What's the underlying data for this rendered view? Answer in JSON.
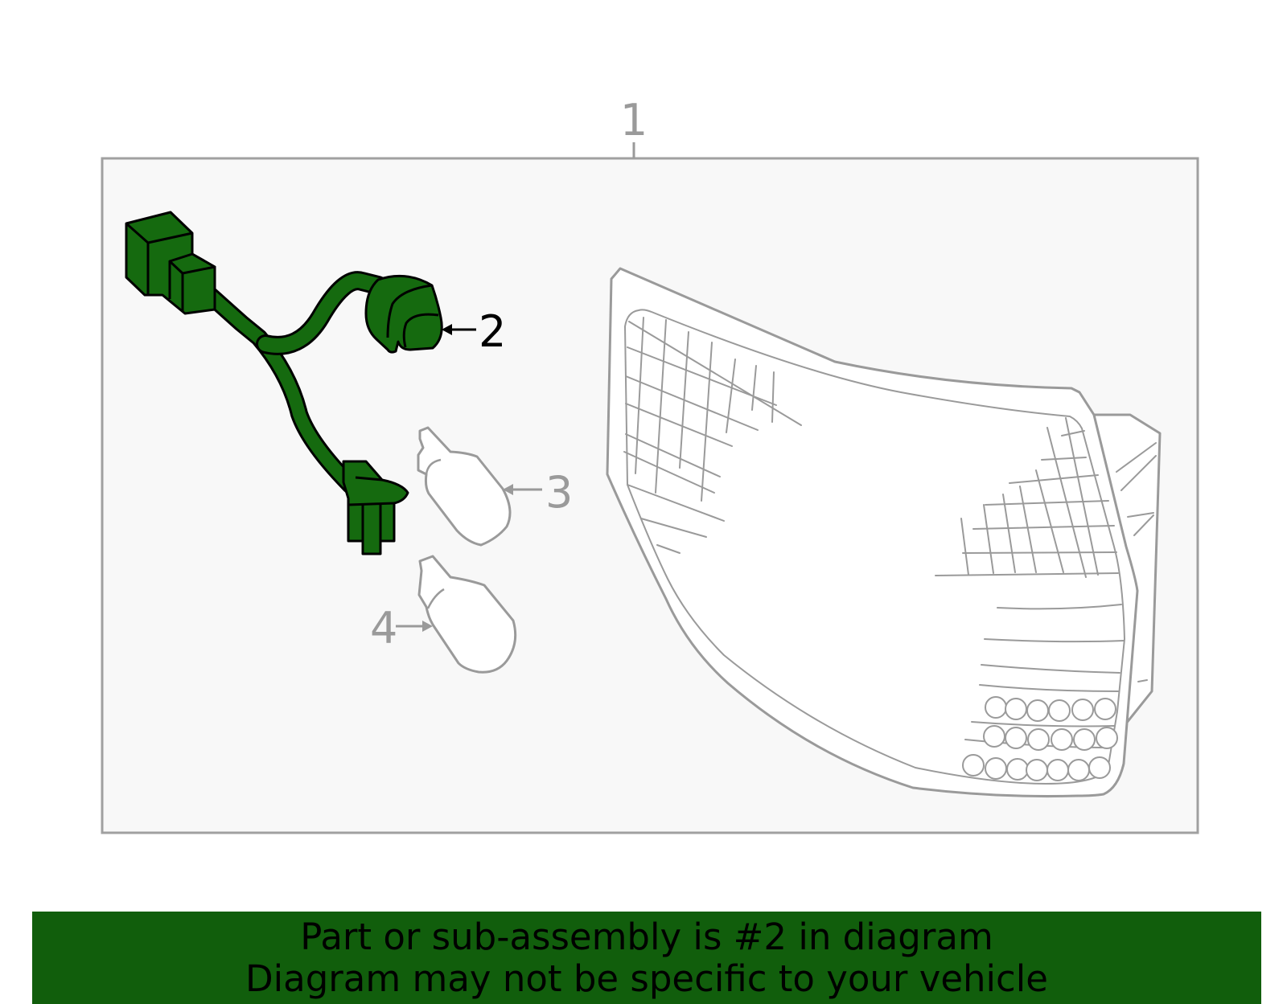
{
  "diagram": {
    "callouts": [
      {
        "id": "1",
        "label": "1"
      },
      {
        "id": "2",
        "label": "2",
        "highlighted": true
      },
      {
        "id": "3",
        "label": "3"
      },
      {
        "id": "4",
        "label": "4"
      }
    ],
    "colors": {
      "highlight_fill": "#156a0f",
      "highlight_stroke": "#000000",
      "part_stroke": "#9a9a9a",
      "panel_fill": "#f8f8f8",
      "panel_border": "#a0a0a0"
    }
  },
  "banner": {
    "line1": "Part or sub-assembly is #2 in diagram",
    "line2": "Diagram may not be specific to your vehicle",
    "background": "#115e0c"
  }
}
